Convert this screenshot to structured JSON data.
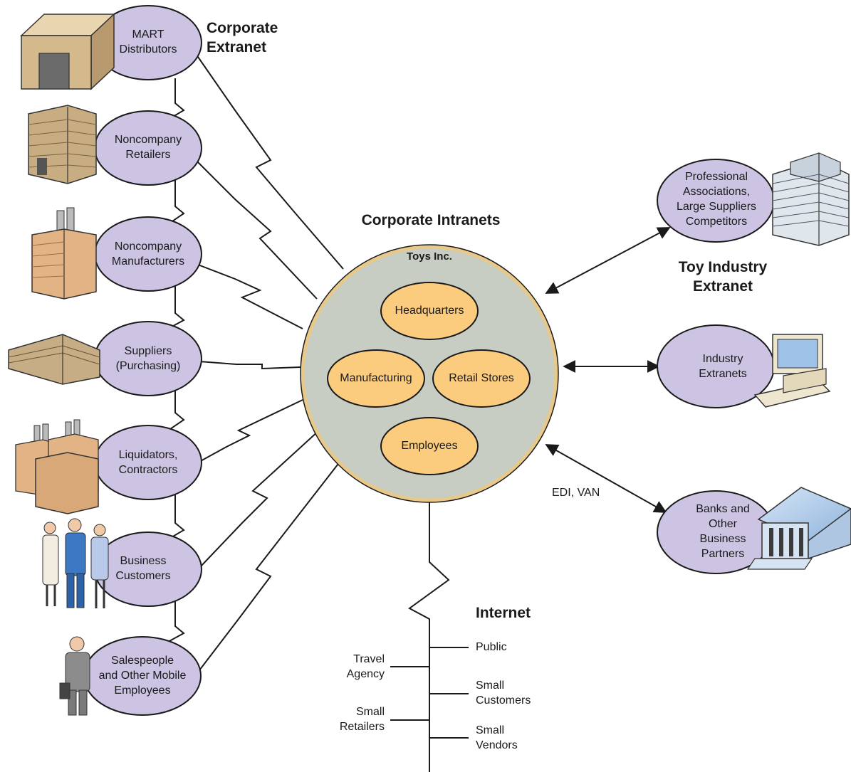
{
  "headings": {
    "corporate_extranet": "Corporate\nExtranet",
    "corporate_intranets": "Corporate Intranets",
    "toy_industry_extranet": "Toy Industry\nExtranet",
    "internet": "Internet"
  },
  "hub": {
    "title": "Toys Inc.",
    "units": [
      "Headquarters",
      "Manufacturing",
      "Retail Stores",
      "Employees"
    ]
  },
  "left_nodes": [
    "MART\nDistributors",
    "Noncompany\nRetailers",
    "Noncompany\nManufacturers",
    "Suppliers\n(Purchasing)",
    "Liquidators,\nContractors",
    "Business\nCustomers",
    "Salespeople\nand Other Mobile\nEmployees"
  ],
  "right_nodes": [
    "Professional\nAssociations,\nLarge Suppliers\nCompetitors",
    "Industry\nExtranets",
    "Banks and\nOther\nBusiness\nPartners"
  ],
  "edi_label": "EDI, VAN",
  "internet_left": [
    "Travel\nAgency",
    "Small\nRetailers"
  ],
  "internet_right": [
    "Public",
    "Small\nCustomers",
    "Small\nVendors"
  ],
  "colors": {
    "node_fill": "#cdc3e3",
    "hub_fill": "#c8cdc4",
    "hub_border": "#e8c98a",
    "unit_fill": "#fbcb7e",
    "line": "#1a1a1a"
  }
}
